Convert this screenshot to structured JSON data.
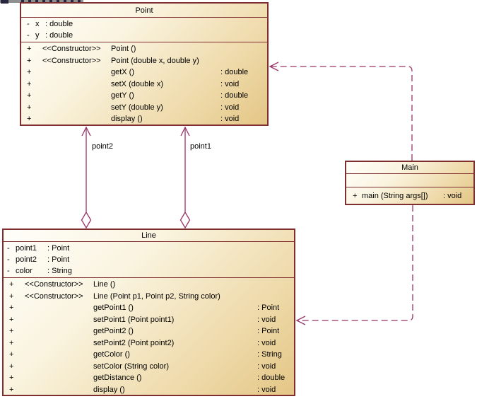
{
  "colors": {
    "box_border": "#7e2e2e",
    "box_fill_light": "#fffefa",
    "box_fill_dark": "#e4c686",
    "connector": "#993366",
    "text": "#000000"
  },
  "classes": [
    {
      "id": "point",
      "title": "Point",
      "attributes": [
        {
          "vis": "-",
          "name": "x",
          "type": ": double"
        },
        {
          "vis": "-",
          "name": "y",
          "type": ": double"
        }
      ],
      "methods": [
        {
          "vis": "+",
          "stereo": "<<Constructor>>",
          "name": "Point ()",
          "type": ""
        },
        {
          "vis": "+",
          "stereo": "<<Constructor>>",
          "name": "Point (double x, double y)",
          "type": ""
        },
        {
          "vis": "+",
          "stereo": "",
          "name": "getX ()",
          "type": ": double"
        },
        {
          "vis": "+",
          "stereo": "",
          "name": "setX (double x)",
          "type": ": void"
        },
        {
          "vis": "+",
          "stereo": "",
          "name": "getY ()",
          "type": ": double"
        },
        {
          "vis": "+",
          "stereo": "",
          "name": "setY (double y)",
          "type": ": void"
        },
        {
          "vis": "+",
          "stereo": "",
          "name": "display ()",
          "type": ": void"
        }
      ]
    },
    {
      "id": "main",
      "title": "Main",
      "attributes": [],
      "methods": [
        {
          "vis": "+",
          "stereo": "",
          "name": "main (String args[])",
          "type": ": void"
        }
      ]
    },
    {
      "id": "line",
      "title": "Line",
      "attributes": [
        {
          "vis": "-",
          "name": "point1",
          "type": ": Point"
        },
        {
          "vis": "-",
          "name": "point2",
          "type": ": Point"
        },
        {
          "vis": "-",
          "name": "color",
          "type": ": String"
        }
      ],
      "methods": [
        {
          "vis": "+",
          "stereo": "<<Constructor>>",
          "name": "Line ()",
          "type": ""
        },
        {
          "vis": "+",
          "stereo": "<<Constructor>>",
          "name": "Line (Point p1, Point p2, String color)",
          "type": ""
        },
        {
          "vis": "+",
          "stereo": "",
          "name": "getPoint1 ()",
          "type": ": Point"
        },
        {
          "vis": "+",
          "stereo": "",
          "name": "setPoint1 (Point point1)",
          "type": ": void"
        },
        {
          "vis": "+",
          "stereo": "",
          "name": "getPoint2 ()",
          "type": ": Point"
        },
        {
          "vis": "+",
          "stereo": "",
          "name": "setPoint2 (Point point2)",
          "type": ": void"
        },
        {
          "vis": "+",
          "stereo": "",
          "name": "getColor ()",
          "type": ": String"
        },
        {
          "vis": "+",
          "stereo": "",
          "name": "setColor (String color)",
          "type": ": void"
        },
        {
          "vis": "+",
          "stereo": "",
          "name": "getDistance ()",
          "type": ": double"
        },
        {
          "vis": "+",
          "stereo": "",
          "name": "display ()",
          "type": ": void"
        }
      ]
    }
  ],
  "relations": {
    "aggregations": [
      {
        "label": "point2",
        "from": "Line",
        "to": "Point"
      },
      {
        "label": "point1",
        "from": "Line",
        "to": "Point"
      }
    ],
    "dependencies": [
      {
        "from": "Main",
        "to": "Point"
      },
      {
        "from": "Main",
        "to": "Line"
      }
    ]
  }
}
